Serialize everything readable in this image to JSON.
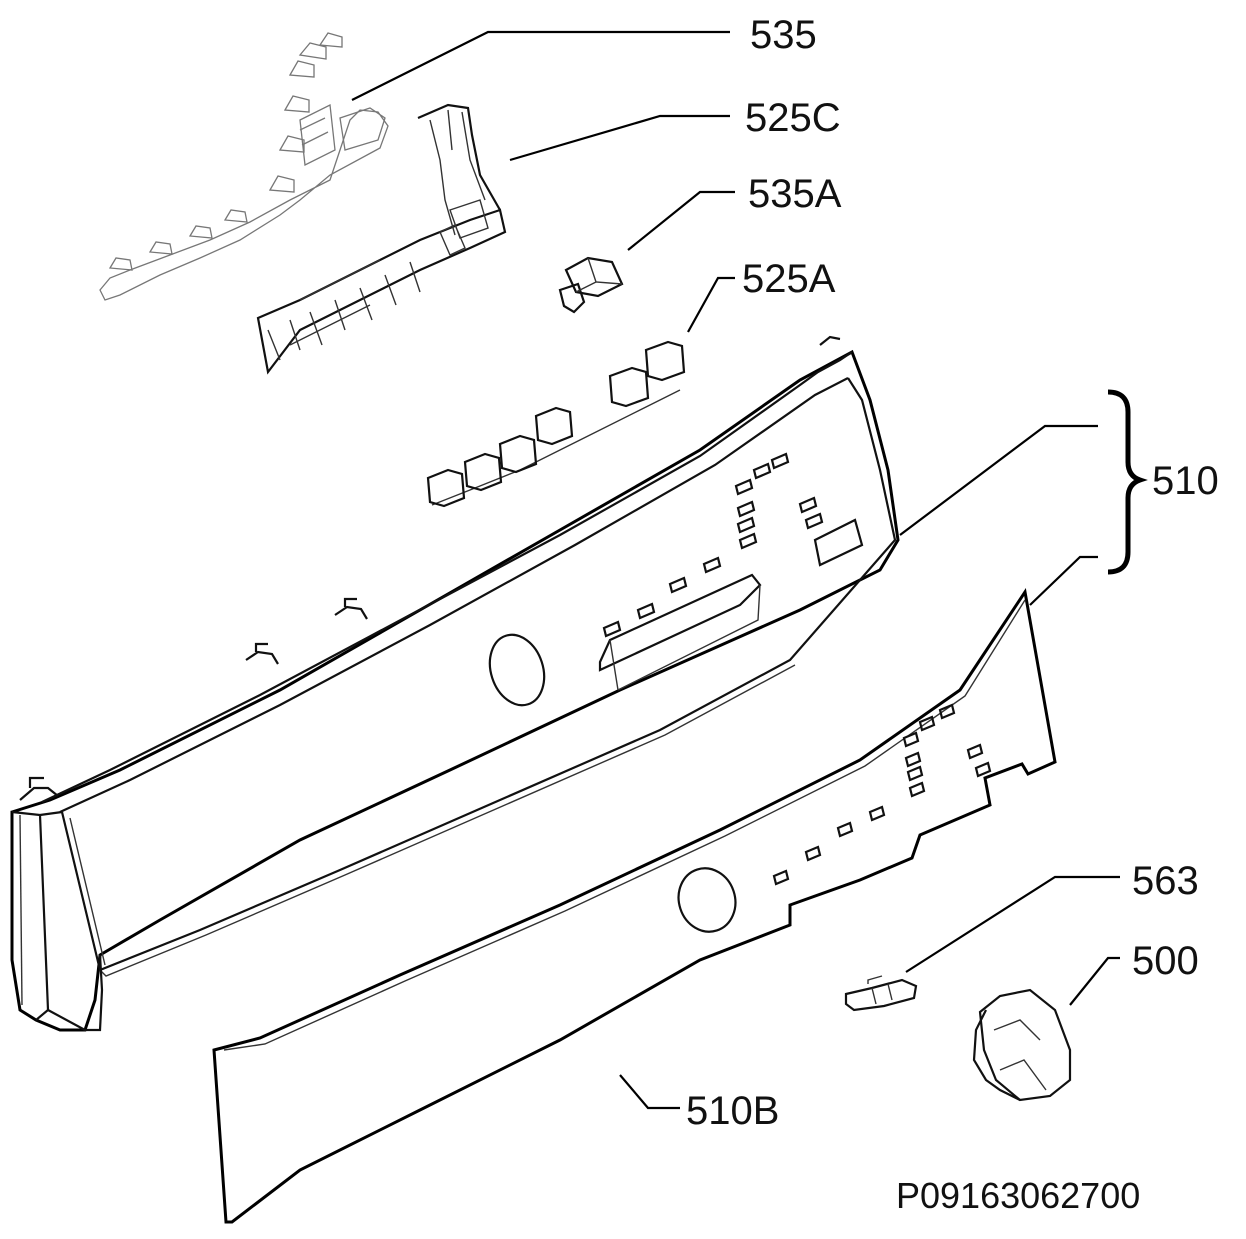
{
  "labels": {
    "p535": "535",
    "p525C": "525C",
    "p535A": "535A",
    "p525A": "525A",
    "p510": "510",
    "p510B": "510B",
    "p563": "563",
    "p500": "500"
  },
  "drawing_code": "P09163062700"
}
